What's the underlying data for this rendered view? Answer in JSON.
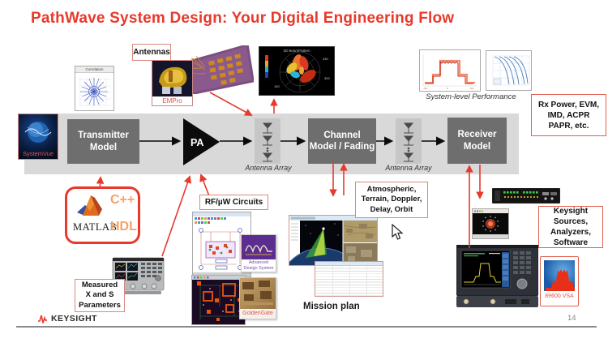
{
  "slide": {
    "title": "PathWave System Design: Your Digital Engineering Flow",
    "brand": "KEYSIGHT",
    "page": "14"
  },
  "flow": {
    "transmitter": "Transmitter\nModel",
    "pa": "PA",
    "channel": "Channel\nModel / Fading",
    "receiver": "Receiver\nModel",
    "array_left_caption": "Antenna Array",
    "array_right_caption": "Antenna Array"
  },
  "callouts": {
    "antennas": "Antennas",
    "rf_circuits": "RF/µW Circuits",
    "measured": "Measured\nX and S\nParameters",
    "atmospheric": "Atmospheric,\nTerrain, Doppler,\nDelay, Orbit",
    "rx_power": "Rx Power, EVM,\nIMD, ACPR\nPAPR, etc.",
    "keysight_sources": "Keysight\nSources,\nAnalyzers,\nSoftware"
  },
  "products": {
    "systemvue": "SystemVue",
    "empro": "EMPro",
    "matlab_wordmark": "MATLAB",
    "matlab_cpp": "C++",
    "matlab_hdl": "HDL",
    "ads": "Advanced\nDesign System",
    "goldengate": "GoldenGate",
    "vsa": "89600 VSA"
  },
  "captions": {
    "system_level_performance": "System-level Performance",
    "mission_plan": "Mission plan"
  },
  "mini": {
    "correlation_title": "Correlation",
    "beam_title": "3D BeamPattern"
  },
  "colors": {
    "accent_red": "#E8392B",
    "band_gray": "#D9D9D9",
    "block_gray": "#6E6E6E",
    "matlab_orange": "#F2A468"
  }
}
